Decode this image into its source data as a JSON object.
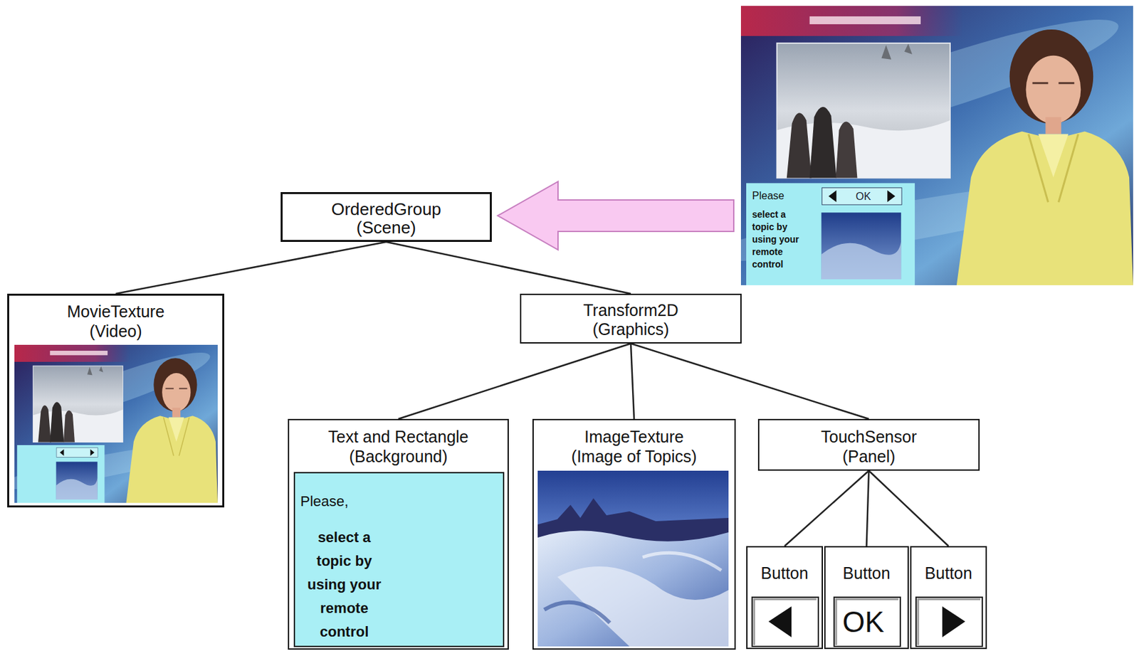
{
  "diagram": {
    "nodes": [
      {
        "text": [
          "OrderedGroup",
          "(Scene)"
        ]
      },
      {
        "text": [
          "MovieTexture",
          "(Video)"
        ]
      },
      {
        "text": [
          "Transform2D",
          "(Graphics)"
        ]
      },
      {
        "text": [
          "Text and Rectangle",
          "(Background)"
        ]
      },
      {
        "text": [
          "Please,",
          "select a topic by using your remote control"
        ],
        "in": 3
      },
      {
        "text": [
          "ImageTexture",
          "(Image of Topics)"
        ]
      },
      {
        "text": [
          "TouchSensor",
          "(Panel)"
        ]
      },
      {
        "text": [
          "Button"
        ]
      },
      {
        "text": [
          "Button",
          "OK"
        ]
      },
      {
        "text": [
          "Button"
        ]
      }
    ],
    "edges": [
      {
        "from": 0,
        "to": 1,
        "arrow": "none"
      },
      {
        "from": 0,
        "to": 2,
        "arrow": "none"
      },
      {
        "from": 2,
        "to": 3,
        "arrow": "none"
      },
      {
        "from": 2,
        "to": 5,
        "arrow": "none"
      },
      {
        "from": 2,
        "to": 6,
        "arrow": "none"
      },
      {
        "from": 6,
        "to": 7,
        "arrow": "none"
      },
      {
        "from": 6,
        "to": 8,
        "arrow": "none"
      },
      {
        "from": 6,
        "to": 9,
        "arrow": "none"
      }
    ],
    "labels": [
      "Please",
      "select a topic by using your remote control",
      "OK"
    ]
  }
}
